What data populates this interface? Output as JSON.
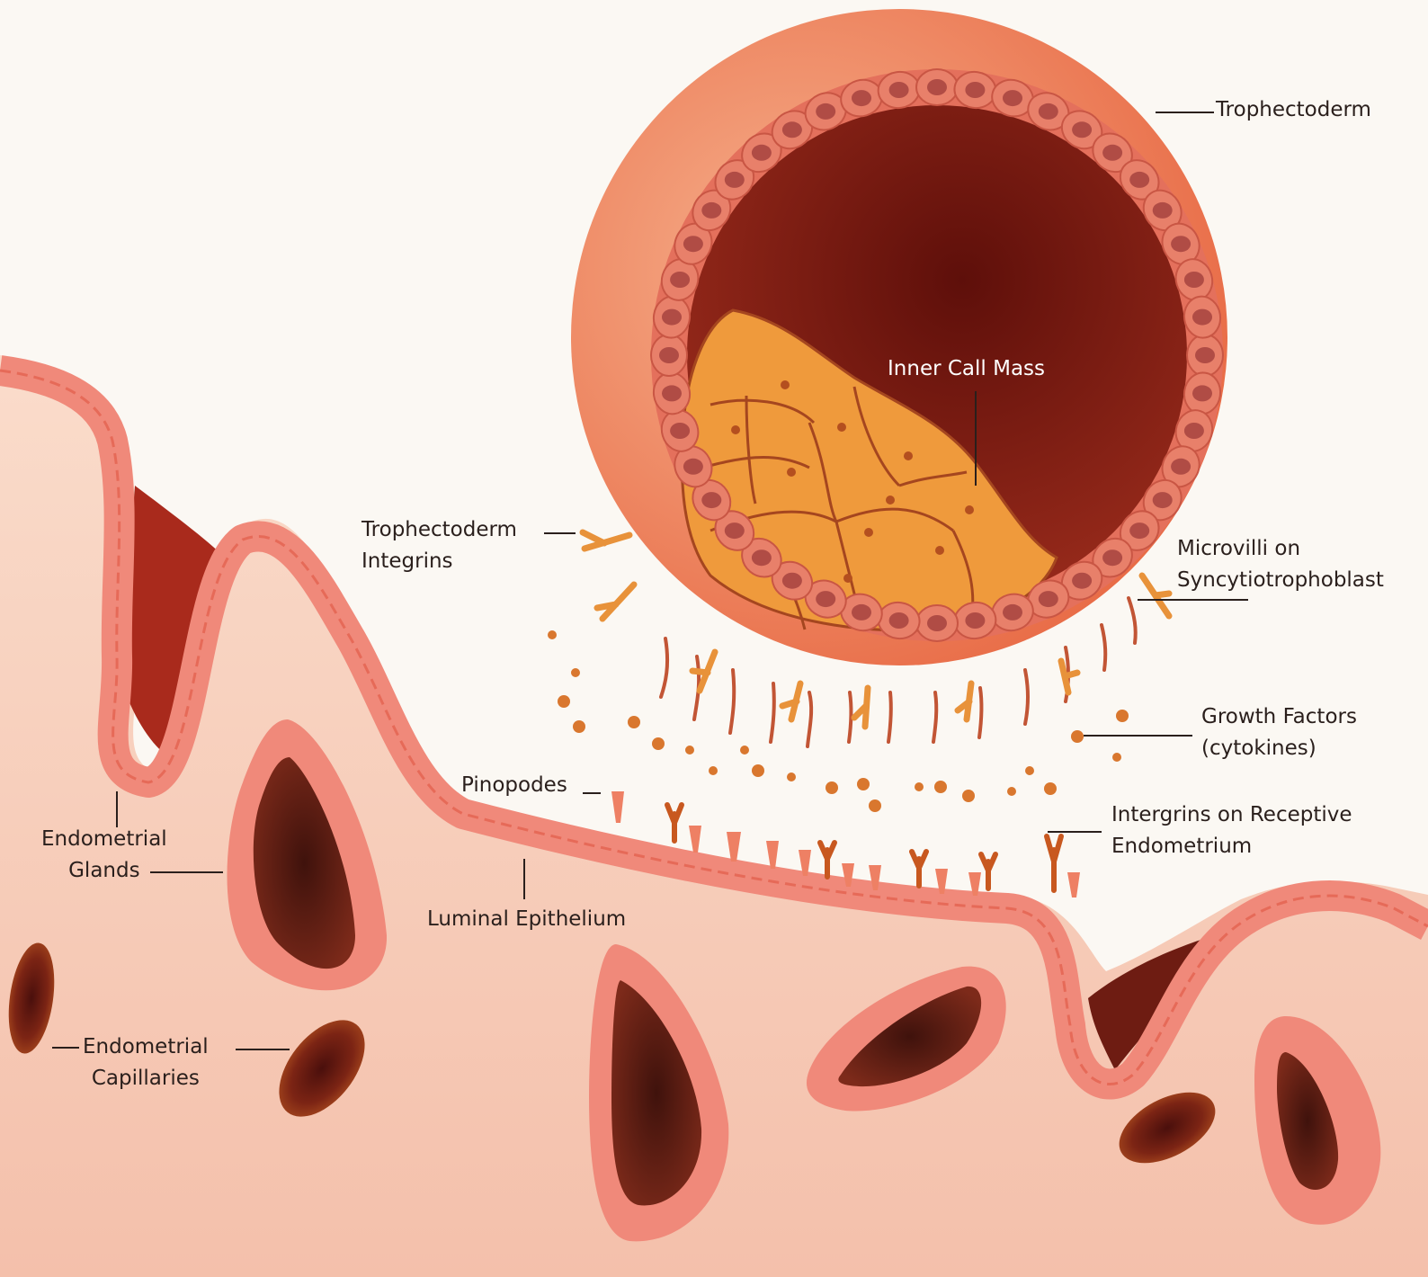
{
  "labels": {
    "trophectoderm": "Trophectoderm",
    "inner_cell_mass": "Inner Call Mass",
    "trophectoderm_integrins": [
      "Trophectoderm",
      "Integrins"
    ],
    "microvilli": [
      "Microvilli on",
      "Syncytiotrophoblast"
    ],
    "growth_factors": [
      "Growth Factors",
      "(cytokines)"
    ],
    "pinopodes": "Pinopodes",
    "integrins_endometrium": [
      "Intergrins on Receptive",
      "Endometrium"
    ],
    "endometrial_glands": [
      "Endometrial",
      "Glands"
    ],
    "luminal_epithelium": "Luminal Epithelium",
    "endometrial_capillaries": [
      "Endometrial",
      "Capillaries"
    ]
  },
  "colors": {
    "background": "#fbf8f3",
    "stroma": "#f6cbb6",
    "epithelium": "#f0897a",
    "blastocyst_outer": "#ef7e5c",
    "cavity": "#7a1a12",
    "inner_cell_mass": "#ef9a3c",
    "gland_lumen": "#6b1f17",
    "capillary": "#8c2e1a",
    "leader_line": "#2a1f1c"
  }
}
